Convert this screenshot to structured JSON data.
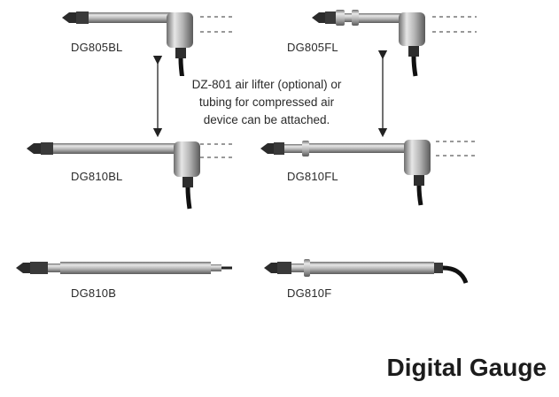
{
  "models": {
    "dg805bl": "DG805BL",
    "dg805fl": "DG805FL",
    "dg810bl": "DG810BL",
    "dg810fl": "DG810FL",
    "dg810b": "DG810B",
    "dg810f": "DG810F"
  },
  "note": {
    "line1": "DZ-801 air lifter (optional) or",
    "line2": "tubing for compressed air",
    "line3": "device can be attached."
  },
  "heading": "Digital Gauge"
}
